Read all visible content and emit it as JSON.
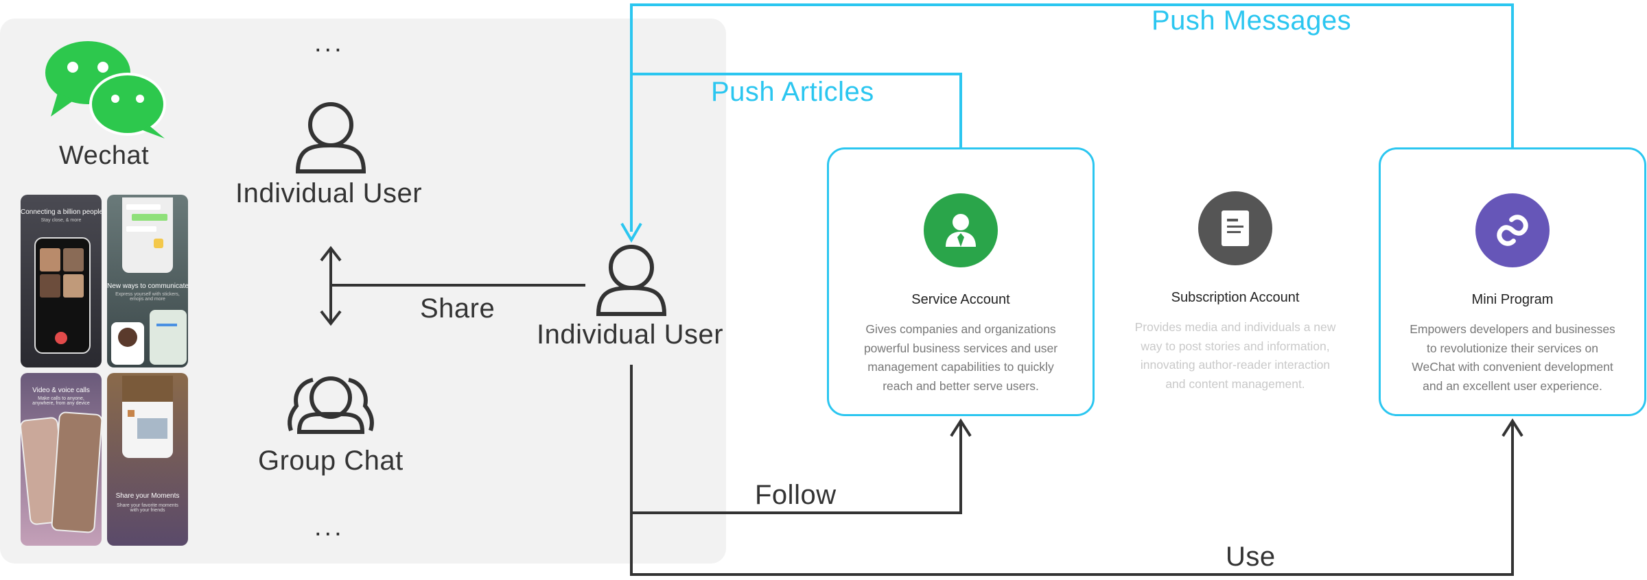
{
  "left_panel": {
    "app_name": "Wechat",
    "top_dots": "...",
    "bottom_dots": "...",
    "top_user_label": "Individual User",
    "group_label": "Group Chat",
    "share_label": "Share",
    "screenshots": [
      {
        "caption": "Connecting a billion people",
        "sub": "Stay close, & more"
      },
      {
        "caption": "New ways to communicate",
        "sub": "Express yourself with stickers, emojis and more"
      },
      {
        "caption": "Video & voice calls",
        "sub": "Make calls to anyone, anywhere, from any device"
      },
      {
        "caption": "Share your Moments",
        "sub": "Share your favorite moments with your friends"
      }
    ]
  },
  "center": {
    "user_label": "Individual User",
    "push_messages": "Push Messages",
    "push_articles": "Push Articles",
    "follow_label": "Follow",
    "use_label": "Use"
  },
  "cards": [
    {
      "title": "Service Account",
      "desc": "Gives companies and organizations powerful business services and user management capabilities to quickly reach and better serve users.",
      "icon": "person-tie-icon",
      "icon_color": "#2aa54a"
    },
    {
      "title": "Subscription Account",
      "desc": "Provides media and individuals a new way to post stories and information, innovating author-reader interaction and content management.",
      "icon": "document-icon",
      "icon_color": "#555555"
    },
    {
      "title": "Mini Program",
      "desc": "Empowers developers and businesses to revolutionize their services on WeChat with convenient development and an excellent user experience.",
      "icon": "mini-program-link-icon",
      "icon_color": "#6656b8"
    }
  ],
  "colors": {
    "accent": "#2bc6f0",
    "wechat_green": "#2dc84d",
    "line_dark": "#333333",
    "panel_bg": "#f2f2f2"
  }
}
